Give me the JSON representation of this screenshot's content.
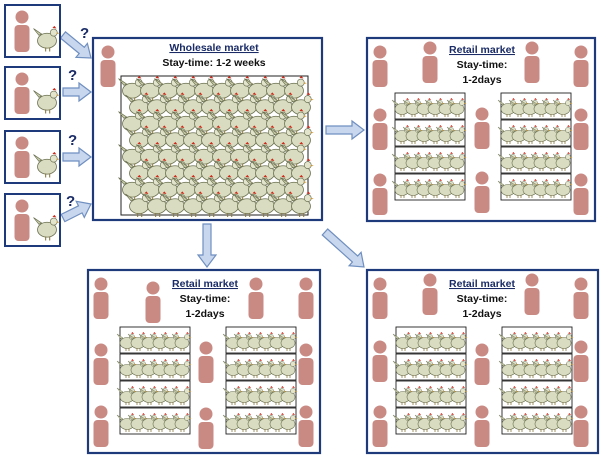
{
  "colors": {
    "box_border": "#1f3a7a",
    "person": "#c98a84",
    "arrow_fill": "#c9d7ee",
    "arrow_stroke": "#6f8fc0",
    "title_text": "#1a2b66",
    "chicken_body": "#d9dcc0",
    "chicken_comb": "#cc2a1a"
  },
  "farm_question_mark": "?",
  "wholesale": {
    "title": "Wholesale market",
    "stay_time": "Stay-time: 1-2 weeks"
  },
  "retail": [
    {
      "title": "Retail market",
      "stay_label": "Stay-time:",
      "stay_value": "1-2days"
    },
    {
      "title": "Retail market",
      "stay_label": "Stay-time:",
      "stay_value": "1-2days"
    },
    {
      "title": "Retail market",
      "stay_label": "Stay-time:",
      "stay_value": "1-2days"
    }
  ],
  "icons": {
    "person": "person-icon",
    "chicken": "chicken-icon",
    "arrow": "block-arrow-icon"
  }
}
